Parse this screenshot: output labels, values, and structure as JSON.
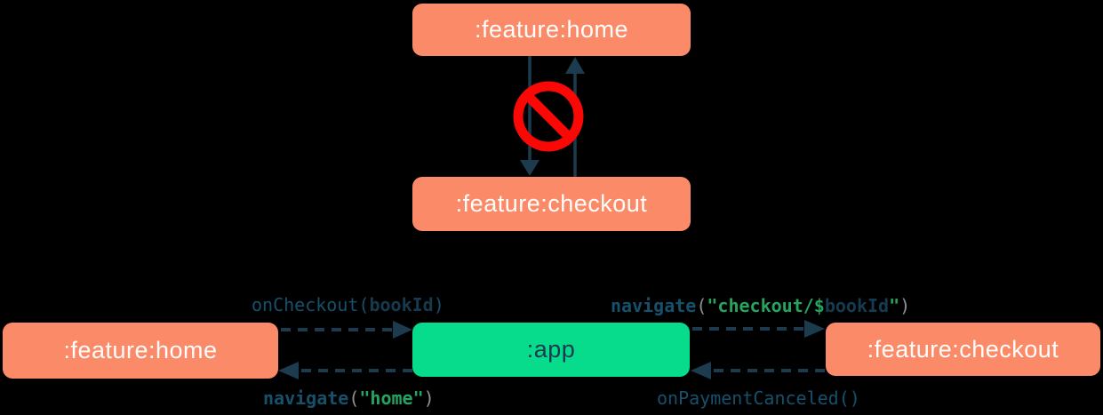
{
  "background": "#000000",
  "colors": {
    "module_box": "#FB8A68",
    "app_box": "#06DC8C",
    "arrow": "#1C3B4F",
    "code_function": "#17506B",
    "code_variable": "#163A50",
    "code_string": "#27A35F",
    "code_paren": "#8F9092",
    "forbidden_red": "#F90805",
    "box_text_light": "#FFFDFB",
    "box_text_dark": "#1B3B4F"
  },
  "top_diagram": {
    "home_box_label": ":feature:home",
    "checkout_box_label": ":feature:checkout",
    "forbidden_icon": "no-entry"
  },
  "bottom_diagram": {
    "home_box_label": ":feature:home",
    "app_box_label": ":app",
    "checkout_box_label": ":feature:checkout",
    "on_checkout": {
      "fn": "onCheckout",
      "open": "(",
      "arg": "bookId",
      "close": ")"
    },
    "navigate_home": {
      "fn": "navigate",
      "open": "(",
      "string": "\"home\"",
      "close": ")"
    },
    "navigate_checkout": {
      "fn": "navigate",
      "open": "(",
      "string_start": "\"checkout/$",
      "var": "bookId",
      "string_end": "\"",
      "close": ")"
    },
    "on_payment_canceled": {
      "fn": "onPaymentCanceled",
      "parens": "()"
    }
  }
}
